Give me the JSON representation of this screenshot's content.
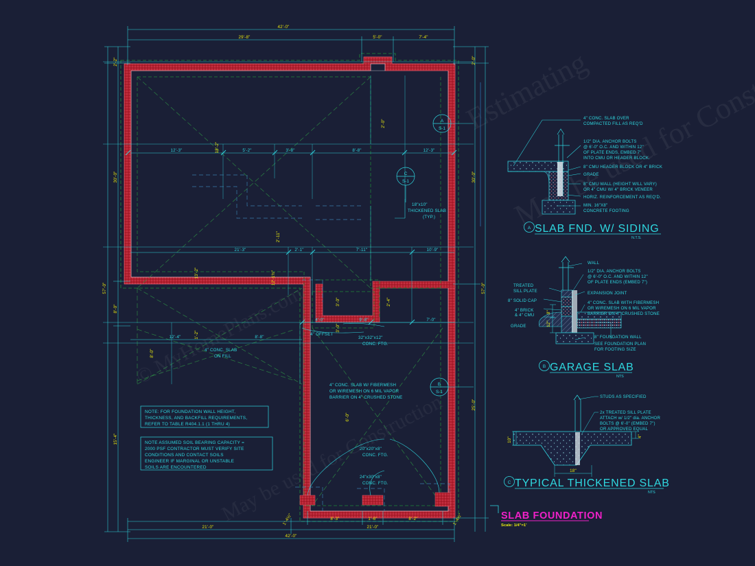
{
  "sheet": {
    "background_color": "#1a1f36",
    "wall_color": "#b5202f",
    "footing_color": "#1f8f3a",
    "dim_color": "#e8e80f",
    "cyan_color": "#2fd8e0",
    "title_color": "#f020c8"
  },
  "title_block": {
    "title": "SLAB FOUNDATION",
    "scale": "Scale:  1/4\"=1'"
  },
  "watermark": {
    "line1": "© MyHomePlans.com",
    "line2": "May be used for Construction",
    "line3": "Estimating"
  },
  "plan": {
    "dimensions_top": [
      "42'-0\"",
      "29'-8\"",
      "5'-0\"",
      "7'-4\""
    ],
    "dimensions_left": [
      "2'-2\"",
      "30'-0\"",
      "8'-0\"",
      "15'-4\"",
      "57'-0\""
    ],
    "dimensions_right": [
      "2'-0\"",
      "30'-0\"",
      "25'-0\"",
      "57'-0\""
    ],
    "dimensions_bottom": [
      "1'-4½\"",
      "8'-3\"",
      "1'-6\"",
      "8'-2\"",
      "1'-4½\"",
      "21'-0\"",
      "21'-0\"",
      "42'-0\""
    ],
    "dimensions_interior_row1": [
      "12'-3\"",
      "5'-2\"",
      "3'-8\"",
      "8'-8\"",
      "12'-3\""
    ],
    "dimensions_interior_row2": [
      "21'-3\"",
      "2'-1\"",
      "7'-11\"",
      "10'-9\""
    ],
    "dimensions_interior_row3": [
      "12'-4\"",
      "8'-8\""
    ],
    "dimensions_interior_row4": [
      "4'-0\"",
      "9'-8\"",
      "7'-0\""
    ],
    "dim_vert_small": [
      "18'-2\"",
      "13'-2\"",
      "12'-1½\"",
      "2'-11\"",
      "8'-0\"",
      "3'-0\"",
      "3'-0\"",
      "2'-4\"",
      "1'-2\"",
      "6'-0\"",
      "2'-0\""
    ],
    "labels": [
      {
        "name": "thickened-slab",
        "text_lines": [
          "18\"x10\"",
          "THICKENED SLAB",
          "(TYP.)"
        ]
      },
      {
        "name": "slab-on-fill",
        "text_lines": [
          "4\" CONC. SLAB",
          "ON FILL"
        ]
      },
      {
        "name": "offset",
        "text_lines": [
          "4\" OFFSET"
        ]
      },
      {
        "name": "ftg-32",
        "text_lines": [
          "32\"x32\"x12\"",
          "CONC. FTG."
        ]
      },
      {
        "name": "slab-fibermesh",
        "text_lines": [
          "4\" CONC. SLAB W/ FIBERMESH",
          "OR WIREMESH ON 6 MIL VAPOR",
          "BARRIER ON 4\" CRUSHED STONE"
        ]
      },
      {
        "name": "ftg-20",
        "text_lines": [
          "20\"x20\"x8\"",
          "CONC. FTG."
        ]
      },
      {
        "name": "ftg-24",
        "text_lines": [
          "24\"x30\"x8\"",
          "CONC. FTG."
        ]
      }
    ],
    "detail_bubbles": [
      {
        "letter": "A",
        "sheet": "S-1"
      },
      {
        "letter": "C",
        "sheet": "S-1"
      },
      {
        "letter": "B",
        "sheet": "S-1"
      }
    ],
    "notes": [
      {
        "name": "note-foundation-wall",
        "lines": [
          "NOTE: FOR FOUNDATION WALL HEIGHT,",
          "THICKNESS, AND BACKFILL REQUIREMENTS,",
          "REFER TO TABLE R404.1.1 (1 THRU 4)"
        ]
      },
      {
        "name": "note-soil-bearing",
        "lines": [
          "NOTE ASSUMED SOIL BEARING CAPACITY =",
          "2000 PSF CONTRACTOR MUST VERIFY SITE",
          "CONDITIONS AND CONTACT SOILS",
          "ENGINEER IF MARGINAL OR UNSTABLE",
          "SOILS ARE ENCOUNTERED"
        ]
      }
    ]
  },
  "details": [
    {
      "id": "A",
      "title": "SLAB FND. W/ SIDING",
      "nts": "N.T.S.",
      "callouts": [
        "4\" CONC. SLAB OVER\nCOMPACTED FILL AS REQ'D",
        "1/2\" DIA. ANCHOR BOLTS\n@ 6'-0\" O.C. AND WITHIN 12\"\nOF PLATE ENDS, EMBED 7\"\nINTO CMU OR HEADER BLOCK.",
        "8\" CMU HEADER BLOCK OR 4\" BRICK",
        "GRADE",
        "8\" CMU WALL (HEIGHT WILL VARY)\nOR 4\" CMU W/ 4\" BRICK VENEER",
        "HORIZ. REINFORCEMENT AS REQ'D.",
        "MIN. 16\"X8\"\nCONCRETE FOOTING"
      ]
    },
    {
      "id": "B",
      "title": "GARAGE SLAB",
      "nts": "NTS",
      "callouts_right": [
        "WALL",
        "1/2\" DIA. ANCHOR BOLTS\n@ 6'-0\" O.C. AND WITHIN 12\"\nOF PLATE ENDS (EMBED 7\")",
        "EXPANSION JOINT",
        "4\" CONC. SLAB WITH FIBERMESH\nOR WIREMESH ON 6 MIL VAPOR\nBARRIER ON 4\" CRUSHED STONE",
        "8\" FOUNDATION WALL",
        "SEE FOUNDATION PLAN\nFOR FOOTING SIZE"
      ],
      "callouts_left": [
        "TREATED\nSILL PLATE",
        "8\" SOLID CAP",
        "4\" BRICK\n& 4\" CMU",
        "GRADE"
      ],
      "dims": [
        "8\"",
        "12\""
      ]
    },
    {
      "id": "C",
      "title": "TYPICAL THICKENED SLAB",
      "nts": "NTS",
      "callouts": [
        "STUDS AS SPECIFIED",
        "2x  TREATED SILL PLATE\nATTACH w/ 1/2\" dia. ANCHOR\nBOLTS @ 6'-0\" (EMBED 7\")\nOR APPROVED EQUAL"
      ],
      "dims": [
        "10\"",
        "4\"",
        "18\""
      ]
    }
  ]
}
